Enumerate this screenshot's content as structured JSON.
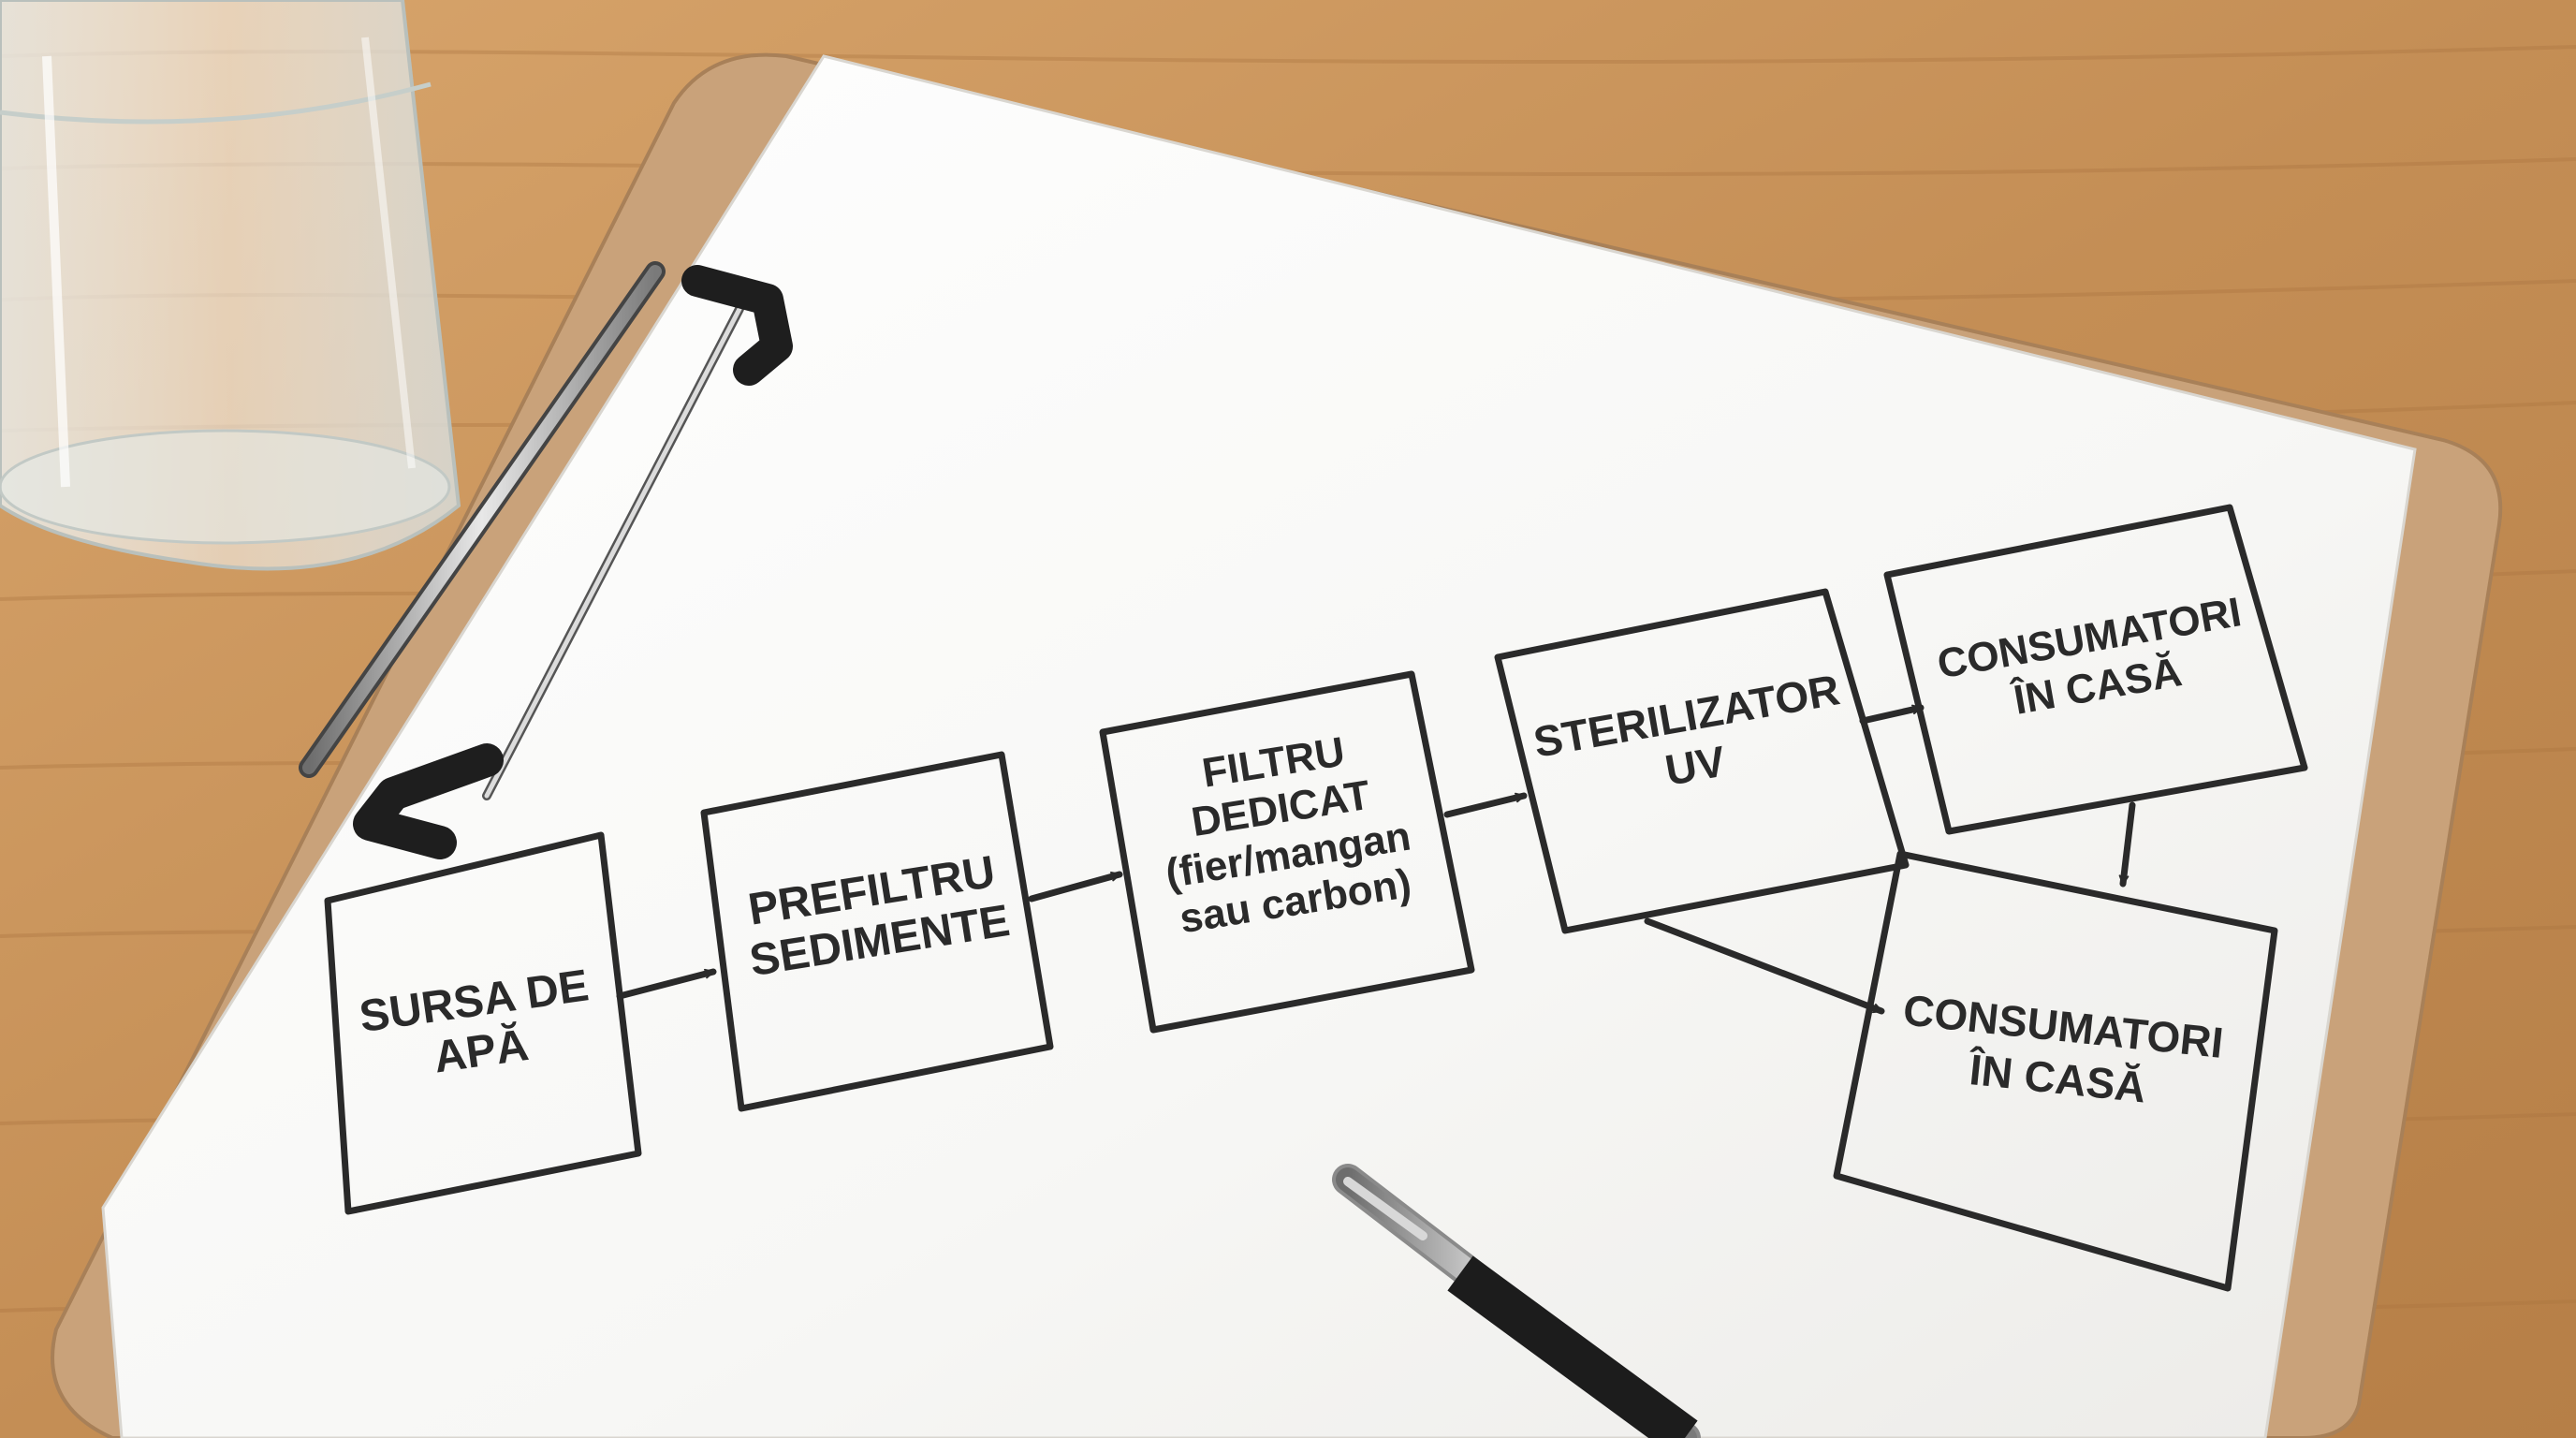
{
  "diagram": {
    "nodes": [
      {
        "id": "source",
        "lines": [
          "SURSA DE",
          "APĂ"
        ]
      },
      {
        "id": "prefilter",
        "lines": [
          "PREFILTRU",
          "SEDIMENTE"
        ]
      },
      {
        "id": "dedicated-filter",
        "lines": [
          "FILTRU",
          "DEDICAT",
          "(fier/mangan",
          "sau carbon)"
        ]
      },
      {
        "id": "uv",
        "lines": [
          "STERILIZATOR",
          "UV"
        ]
      },
      {
        "id": "consumers-upper",
        "lines": [
          "CONSUMATORI",
          "ÎN CASĂ"
        ]
      },
      {
        "id": "consumers-lower",
        "lines": [
          "CONSUMATORI",
          "ÎN CASĂ"
        ]
      }
    ],
    "edges": [
      {
        "from": "source",
        "to": "prefilter"
      },
      {
        "from": "prefilter",
        "to": "dedicated-filter"
      },
      {
        "from": "dedicated-filter",
        "to": "uv"
      },
      {
        "from": "uv",
        "to": "consumers-upper"
      },
      {
        "from": "uv",
        "to": "consumers-lower"
      },
      {
        "from": "consumers-upper",
        "to": "consumers-lower"
      }
    ]
  },
  "colors": {
    "ink": "#2a2a2a",
    "paper": "#fbfbfa",
    "desk": "#c8955e",
    "clipboard": "#c9a27a"
  }
}
